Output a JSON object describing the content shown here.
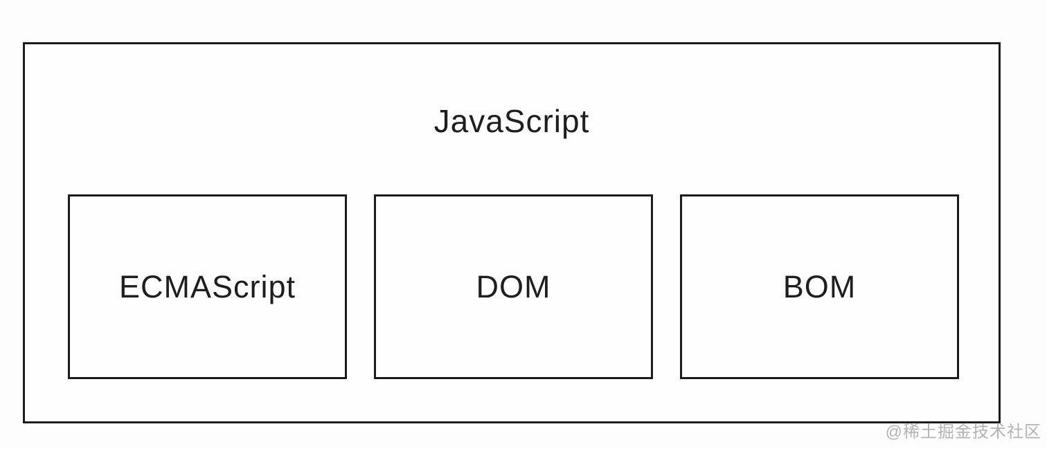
{
  "diagram": {
    "title": "JavaScript",
    "components": [
      {
        "label": "ECMAScript"
      },
      {
        "label": "DOM"
      },
      {
        "label": "BOM"
      }
    ]
  },
  "watermark": {
    "text": "@稀土掘金技术社区",
    "color": "#b3b3b3"
  },
  "colors": {
    "border": "#1b1b1b",
    "text": "#1e1e1e",
    "background": "#fdfdfd"
  }
}
